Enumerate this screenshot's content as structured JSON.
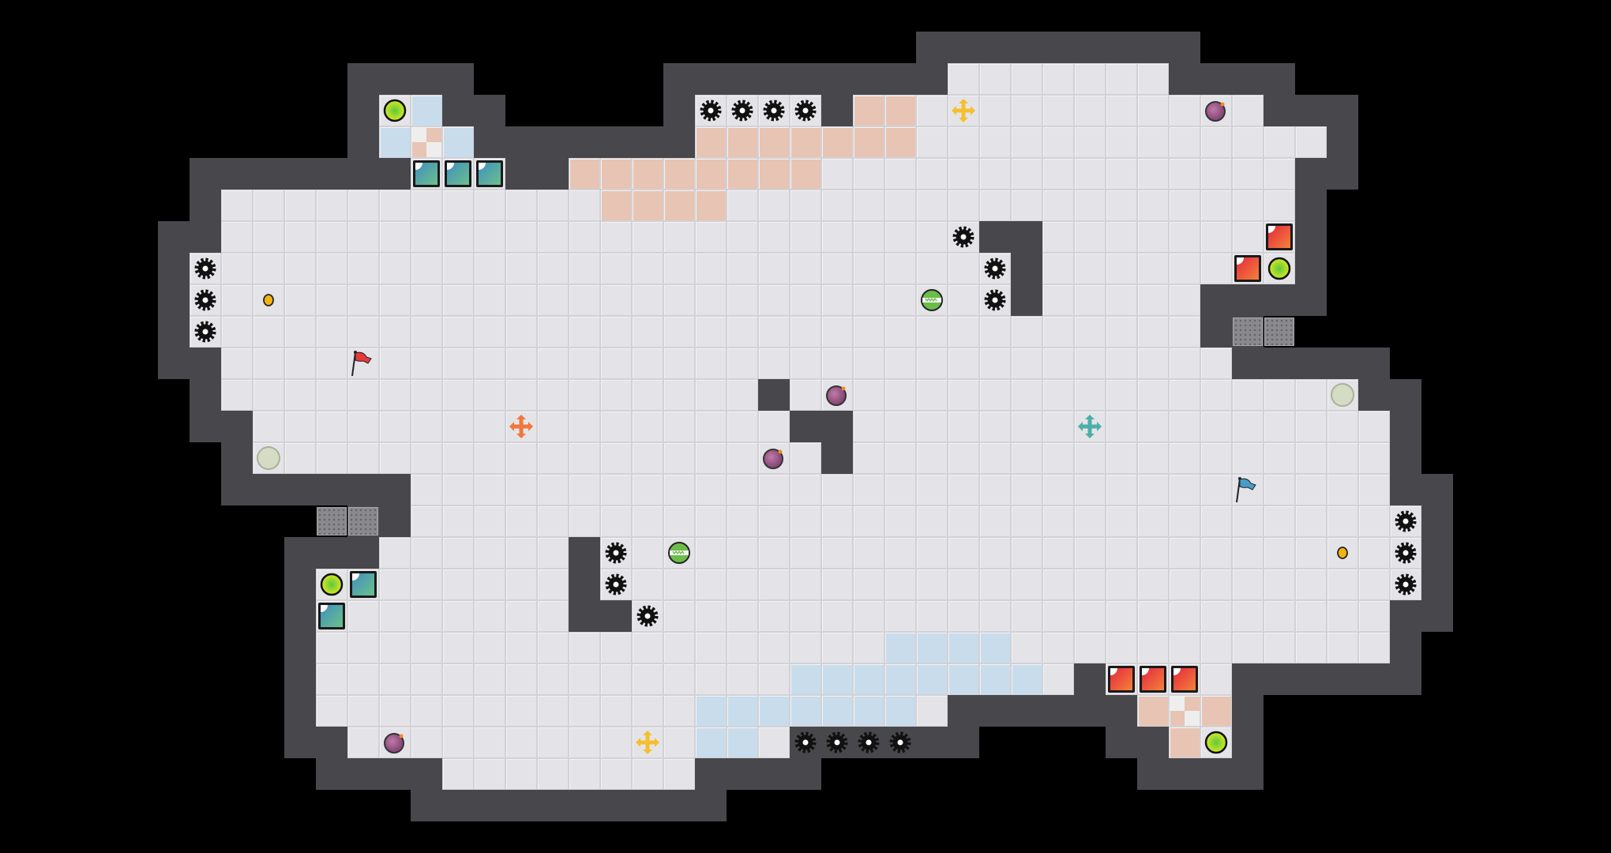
{
  "game": {
    "title": "",
    "colors": {
      "background": "#000000",
      "wall": "#48484c",
      "floor": "#e4e4e8",
      "pink_zone": "#e8c4b4",
      "blue_zone": "#c8dcec",
      "red_block": "#e8483a",
      "teal_block": "#4a9cb0",
      "goal_circle": "#d8e820",
      "purple_ball": "#8a4a7a",
      "green_ball": "#6cbc4a"
    },
    "objects": [
      "gear-hazard",
      "goal-circle",
      "teal-block",
      "red-block",
      "coin",
      "red-flag",
      "blue-flag",
      "purple-ball",
      "green-striped-ball",
      "move-arrows",
      "beige-pad",
      "grate"
    ]
  }
}
